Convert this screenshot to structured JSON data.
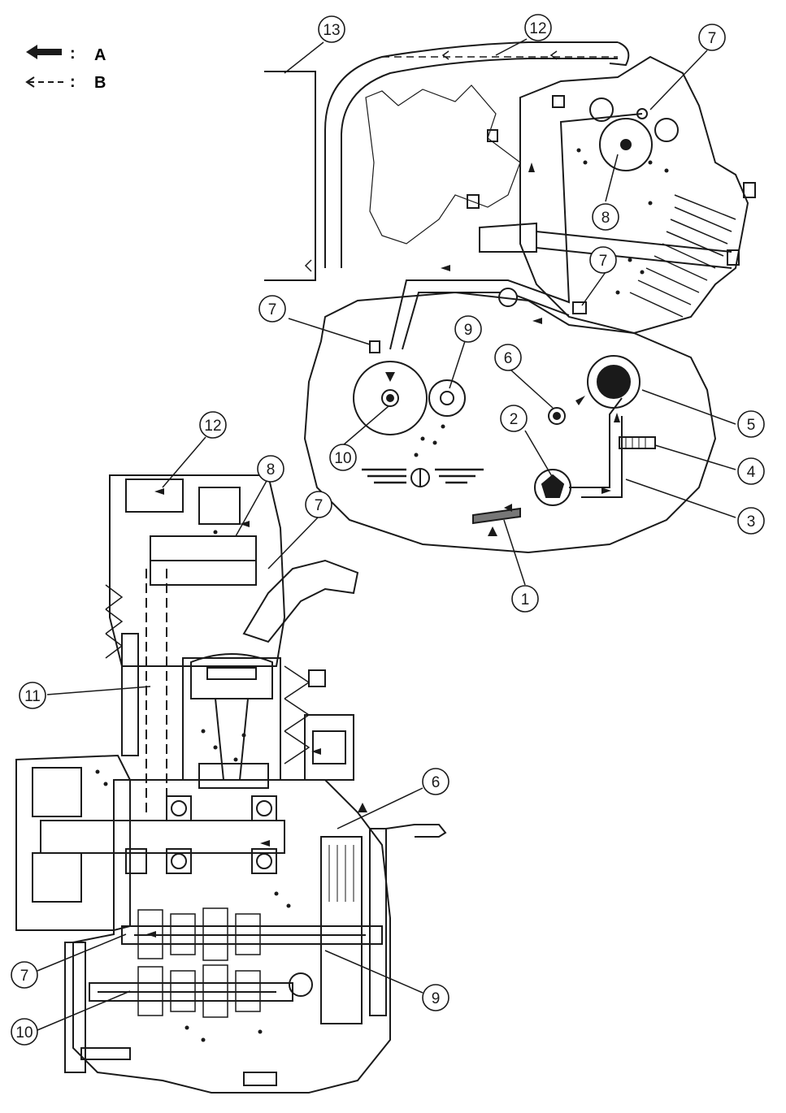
{
  "legend": {
    "items": [
      {
        "key": "A",
        "symbol": "solid-arrow-icon"
      },
      {
        "key": "B",
        "symbol": "dashed-arrow-icon"
      }
    ],
    "separator": ":"
  },
  "callouts": {
    "upper": [
      "13",
      "12",
      "7",
      "8",
      "7",
      "7",
      "9",
      "6",
      "2",
      "5",
      "4",
      "10",
      "3",
      "1"
    ],
    "lower": [
      "12",
      "8",
      "7",
      "11",
      "6",
      "7",
      "9",
      "10"
    ]
  },
  "colors": {
    "ink": "#1a1a1a",
    "paper": "#ffffff",
    "hatch": "#333333"
  }
}
